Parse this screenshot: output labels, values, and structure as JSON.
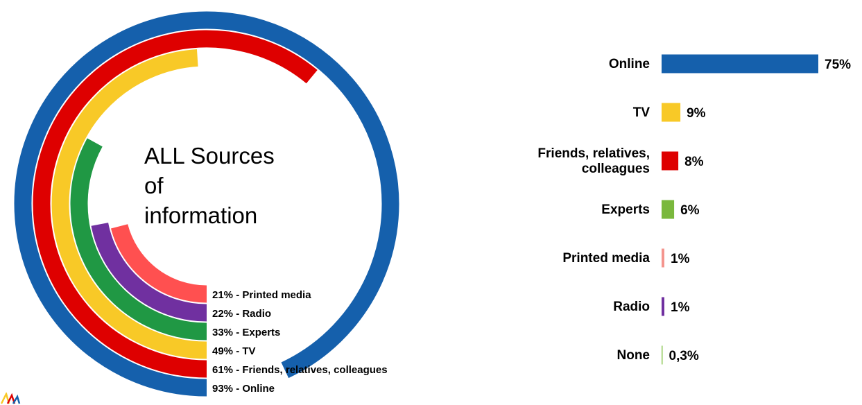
{
  "chart_data": [
    {
      "type": "radial-bar",
      "title_lines": [
        "ALL Sources",
        "of",
        "information"
      ],
      "max": 100,
      "series": [
        {
          "name": "Online",
          "value": 93,
          "label": "93% - Online",
          "color": "#1560ac"
        },
        {
          "name": "Friends, relatives, colleagues",
          "value": 61,
          "label": "61% - Friends, relatives, colleagues",
          "color": "#de0000"
        },
        {
          "name": "TV",
          "value": 49,
          "label": "49% - TV",
          "color": "#f8c927"
        },
        {
          "name": "Experts",
          "value": 33,
          "label": "33% - Experts",
          "color": "#209844"
        },
        {
          "name": "Radio",
          "value": 22,
          "label": "22% - Radio",
          "color": "#7030a0"
        },
        {
          "name": "Printed media",
          "value": 21,
          "label": "21% - Printed media",
          "color": "#ff5050"
        }
      ]
    },
    {
      "type": "bar",
      "orientation": "horizontal",
      "xlim": [
        0,
        75
      ],
      "categories": [
        {
          "lines": [
            "Online"
          ],
          "value": 75,
          "label": "75%",
          "color": "#1560ac"
        },
        {
          "lines": [
            "TV"
          ],
          "value": 9,
          "label": "9%",
          "color": "#f8c927"
        },
        {
          "lines": [
            "Friends, relatives,",
            "colleagues"
          ],
          "value": 8,
          "label": "8%",
          "color": "#de0000"
        },
        {
          "lines": [
            "Experts"
          ],
          "value": 6,
          "label": "6%",
          "color": "#7ab83d"
        },
        {
          "lines": [
            "Printed media"
          ],
          "value": 1,
          "label": "1%",
          "color": "#f4958e"
        },
        {
          "lines": [
            "Radio"
          ],
          "value": 1,
          "label": "1%",
          "color": "#7030a0"
        },
        {
          "lines": [
            "None"
          ],
          "value": 0.3,
          "label": "0,3%",
          "color": "#8fc85a"
        }
      ]
    }
  ],
  "logo": {
    "colors": [
      "#f8c927",
      "#de0000",
      "#1560ac"
    ]
  }
}
